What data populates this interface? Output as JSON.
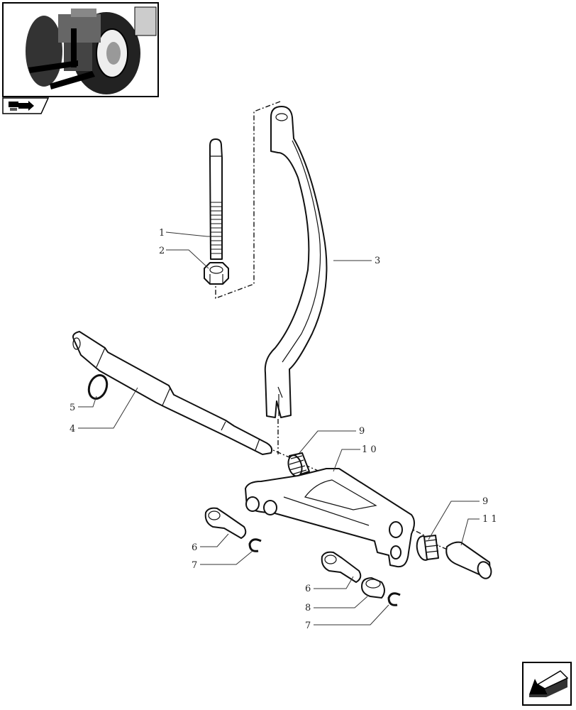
{
  "thumbnail": {
    "icon": "tractor-rear-hitch-thumbnail"
  },
  "nav_tab": {
    "icon": "book-arrow-icon"
  },
  "next_button": {
    "icon": "arrow-down-left-icon"
  },
  "callouts": {
    "c1": "1",
    "c2": "2",
    "c3": "3",
    "c4": "4",
    "c5": "5",
    "c6a": "6",
    "c6b": "6",
    "c7a": "7",
    "c7b": "7",
    "c8": "8",
    "c9a": "9",
    "c9b": "9",
    "c10": "1 0",
    "c11": "1 1"
  }
}
